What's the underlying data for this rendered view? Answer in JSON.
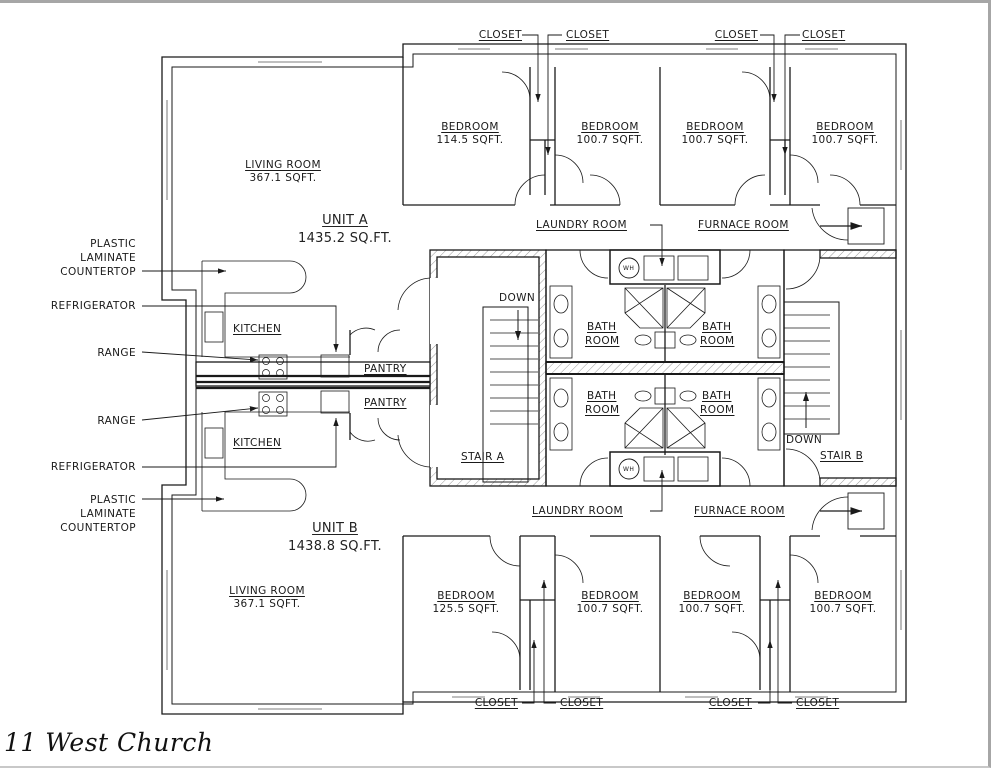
{
  "title": "11 West Church",
  "colors": {
    "line": "#1a1a1a",
    "hatch": "#8a8a8a",
    "frame": "#a6a6a6",
    "background": "#ffffff"
  },
  "units": {
    "a": {
      "name": "UNIT A",
      "area": "1435.2 SQ.FT.",
      "living_room": {
        "name": "LIVING ROOM",
        "area": "367.1 SQFT."
      },
      "kitchen": "KITCHEN",
      "pantry": "PANTRY",
      "stair": "STAIR A",
      "stair_dir": "DOWN",
      "bedrooms": [
        {
          "name": "BEDROOM",
          "area": "114.5 SQFT."
        },
        {
          "name": "BEDROOM",
          "area": "100.7 SQFT."
        },
        {
          "name": "BEDROOM",
          "area": "100.7 SQFT."
        },
        {
          "name": "BEDROOM",
          "area": "100.7 SQFT."
        }
      ],
      "bath_1": [
        "BATH",
        "ROOM"
      ],
      "bath_2": [
        "BATH",
        "ROOM"
      ],
      "laundry": "LAUNDRY ROOM",
      "furnace": "FURNACE ROOM"
    },
    "b": {
      "name": "UNIT B",
      "area": "1438.8 SQ.FT.",
      "living_room": {
        "name": "LIVING ROOM",
        "area": "367.1 SQFT."
      },
      "kitchen": "KITCHEN",
      "pantry": "PANTRY",
      "stair": "STAIR B",
      "stair_dir": "DOWN",
      "bedrooms": [
        {
          "name": "BEDROOM",
          "area": "125.5 SQFT."
        },
        {
          "name": "BEDROOM",
          "area": "100.7 SQFT."
        },
        {
          "name": "BEDROOM",
          "area": "100.7 SQFT."
        },
        {
          "name": "BEDROOM",
          "area": "100.7 SQFT."
        }
      ],
      "bath_1": [
        "BATH",
        "ROOM"
      ],
      "bath_2": [
        "BATH",
        "ROOM"
      ],
      "laundry": "LAUNDRY ROOM",
      "furnace": "FURNACE ROOM"
    }
  },
  "callouts": {
    "closet": "CLOSET",
    "countertop": [
      "PLASTIC",
      "LAMINATE",
      "COUNTERTOP"
    ],
    "refrigerator": "REFRIGERATOR",
    "range": "RANGE",
    "water_heater": "WH"
  }
}
